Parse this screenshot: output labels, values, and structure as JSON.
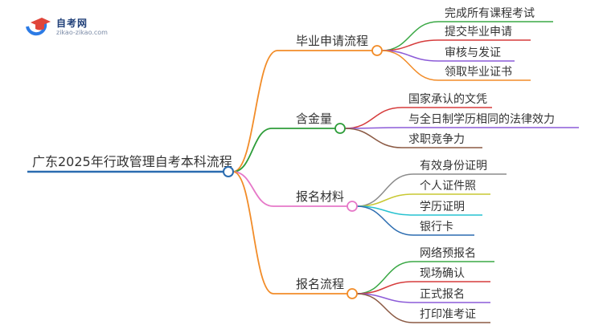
{
  "logo": {
    "title": "自考网",
    "subtitle": "zikao-zikao.com",
    "colors": {
      "blue": "#2c7be5",
      "red": "#e0453a",
      "text": "#1f3f78"
    }
  },
  "mindmap": {
    "root": {
      "label": "广东2025年行政管理自考本科流程",
      "color": "#2b6cb0"
    },
    "branches": [
      {
        "label": "毕业申请流程",
        "color": "#f28c28",
        "children": [
          {
            "label": "完成所有课程考试",
            "color": "#3aa845"
          },
          {
            "label": "提交毕业申请",
            "color": "#d63c3c"
          },
          {
            "label": "审核与发证",
            "color": "#8c5bd8"
          },
          {
            "label": "领取毕业证书",
            "color": "#f28c28"
          }
        ]
      },
      {
        "label": "含金量",
        "color": "#2e9d3a",
        "children": [
          {
            "label": "国家承认的文凭",
            "color": "#d63c3c"
          },
          {
            "label": "与全日制学历相同的法律效力",
            "color": "#8c5bd8"
          },
          {
            "label": "求职竞争力",
            "color": "#8b5a44"
          }
        ]
      },
      {
        "label": "报名材料",
        "color": "#e678c8",
        "children": [
          {
            "label": "有效身份证明",
            "color": "#8c8c8c"
          },
          {
            "label": "个人证件照",
            "color": "#c8c832"
          },
          {
            "label": "学历证明",
            "color": "#27c2d0"
          },
          {
            "label": "银行卡",
            "color": "#2b6cb0"
          }
        ]
      },
      {
        "label": "报名流程",
        "color": "#f28c28",
        "children": [
          {
            "label": "网络预报名",
            "color": "#3aa845"
          },
          {
            "label": "现场确认",
            "color": "#d63c3c"
          },
          {
            "label": "正式报名",
            "color": "#8c5bd8"
          },
          {
            "label": "打印准考证",
            "color": "#8b5a44"
          }
        ]
      }
    ]
  }
}
